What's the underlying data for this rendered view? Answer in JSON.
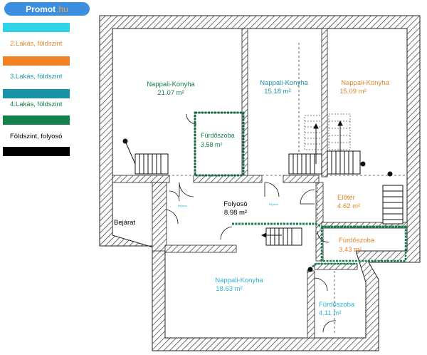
{
  "brand": {
    "name": "Promot",
    "suffix": ".hu"
  },
  "legend": [
    {
      "label": "",
      "color": "#2fd3e8",
      "label_color": "#2ab6d0"
    },
    {
      "label": "2.Lakás, földszint",
      "color": "#f08125",
      "label_color": "#e2862a"
    },
    {
      "label": "3.Lakás, földszint",
      "color": "#1a93a6",
      "label_color": "#1e9cb0"
    },
    {
      "label": "4.Lakás, földszint",
      "color": "#14804b",
      "label_color": "#14804b"
    },
    {
      "label": "Földszint, folyosó",
      "color": "#000000",
      "label_color": "#000000"
    }
  ],
  "rooms": {
    "room1": {
      "name": "Nappali-Konyha",
      "area": "21.07 m²",
      "color": "#14804b"
    },
    "bath1": {
      "name": "Fürdőszoba",
      "area": "3.58 m²",
      "color": "#14804b"
    },
    "room2": {
      "name": "Nappali-Konyha",
      "area": "15.18 m²",
      "color": "#1a93a6"
    },
    "room3": {
      "name": "Nappali-Konyha",
      "area": "15.09 m²",
      "color": "#e2862a"
    },
    "hall": {
      "name": "Folyosó",
      "area": "8.98 m²",
      "color": "#000000"
    },
    "eloter": {
      "name": "Előtér",
      "area": "4.62 m²",
      "color": "#e2862a"
    },
    "bath2": {
      "name": "Fürdőszoba",
      "area": "3.43 m²",
      "color": "#e2862a"
    },
    "room4": {
      "name": "Nappali-Konyha",
      "area": "18.63 m²",
      "color": "#2ab6d0"
    },
    "bath3": {
      "name": "Fürdőszoba",
      "area": "4.11 m²",
      "color": "#2ab6d0"
    }
  },
  "entrance": "Bejárat",
  "door_tag": "Bejárat"
}
